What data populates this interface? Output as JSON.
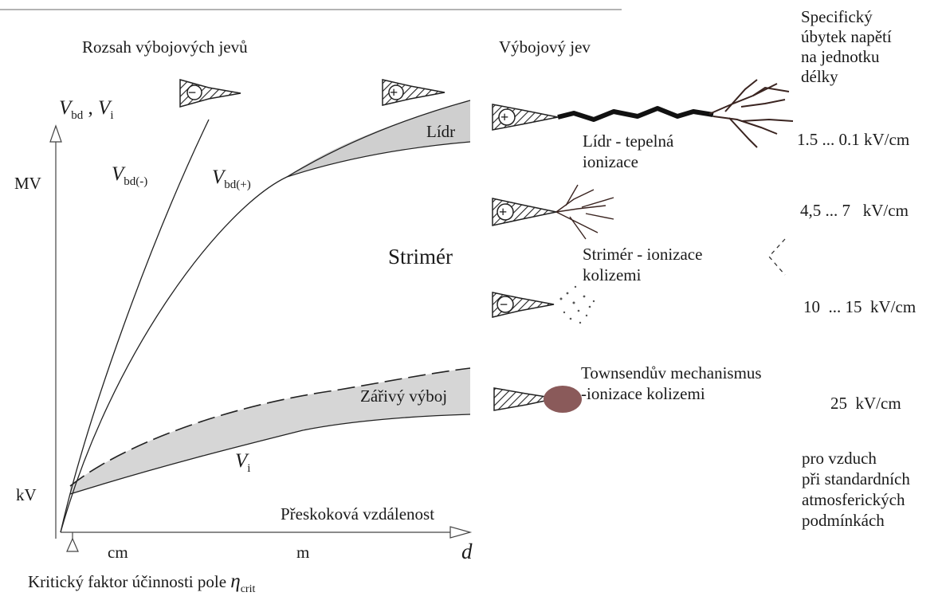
{
  "header": {
    "left_title": "Rozsah výbojových jevů",
    "middle_title": "Výbojový jev",
    "right_title_lines": [
      "Specifický",
      "úbytek napětí",
      "na jednotku",
      "délky"
    ]
  },
  "axes": {
    "y_main": "V",
    "y_main_sub": "bd",
    "y_sep": ",",
    "y_second": "V",
    "y_second_sub": "i",
    "y_unit_top": "MV",
    "y_unit_bottom": "kV",
    "x_title": "Přeskoková vzdálenost",
    "x_var": "d",
    "x_tick_cm": "cm",
    "x_tick_m": "m",
    "bottom_note": "Kritický faktor účinnosti pole",
    "bottom_note_symbol": "η",
    "bottom_note_sub": "crit"
  },
  "curves": {
    "vbd_neg": {
      "base": "V",
      "sub": "bd(-)"
    },
    "vbd_pos": {
      "base": "V",
      "sub": "bd(+)"
    },
    "vi": {
      "base": "V",
      "sub": "i"
    }
  },
  "regions": {
    "lidr": "Lídr",
    "strimer": "Strimér",
    "zarivy": "Zářivý výboj"
  },
  "electrodes": {
    "neg_symbol": "−",
    "pos_symbol": "+"
  },
  "phenomena": [
    {
      "desc_lines": [
        "Lídr - tepelná",
        "ionizace"
      ],
      "value": "1.5 ... 0.1 kV/cm"
    },
    {
      "desc_lines": [],
      "value": "4,5 ... 7   kV/cm"
    },
    {
      "desc_lines": [
        "Strimér - ionizace",
        "kolizemi"
      ],
      "value": "10  ... 15  kV/cm"
    },
    {
      "desc_lines": [
        "Townsendův mechanismus",
        "-ionizace kolizemi"
      ],
      "value": "25  kV/cm"
    }
  ],
  "footnote_lines": [
    "pro vzduch",
    "při standardních",
    "atmosferických",
    "podmínkách"
  ],
  "colors": {
    "band_fill": "#cfcfcf",
    "line": "#222222",
    "glow": "#8a5a5a",
    "branch": "#3a2420"
  }
}
